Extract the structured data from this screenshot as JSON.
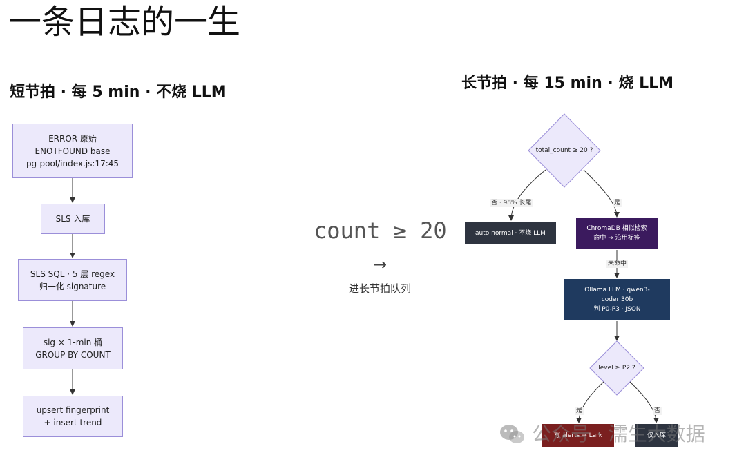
{
  "title": "一条日志的一生",
  "short_section": {
    "heading": "短节拍 · 每 5 min · 不烧 LLM",
    "steps": [
      [
        "ERROR 原始",
        "ENOTFOUND base",
        "pg-pool/index.js:17:45"
      ],
      [
        "SLS 入库"
      ],
      [
        "SLS SQL · 5 层 regex",
        "归一化 signature"
      ],
      [
        "sig × 1-min 桶",
        "GROUP BY COUNT"
      ],
      [
        "upsert fingerprint",
        "+ insert trend"
      ]
    ]
  },
  "middle": {
    "condition": "count ≥ 20",
    "arrow": "→",
    "caption": "进长节拍队列"
  },
  "long_section": {
    "heading": "长节拍 · 每 15 min · 烧 LLM",
    "decision_count": "total_count ≥ 20 ?",
    "edge_no_count": "否 · 98% 长尾",
    "edge_yes_count": "是",
    "auto_normal": "auto normal · 不烧 LLM",
    "chroma": [
      "ChromaDB 相似检索",
      "命中 → 沿用标签"
    ],
    "edge_miss": "未命中",
    "ollama": [
      "Ollama LLM · qwen3-",
      "coder:30b",
      "判 P0-P3 · JSON"
    ],
    "decision_level": "level ≥ P2 ?",
    "edge_yes_level": "是",
    "edge_no_level": "否",
    "alerts": "写 alerts → Lark",
    "store_only": "仅入库"
  },
  "watermark": {
    "text": "公众号 · 濡生大数据"
  },
  "colors": {
    "node_fill": "#ece9fb",
    "node_border": "#9b8fd9",
    "auto_normal": "#2e3440",
    "chroma": "#3b1a5e",
    "ollama": "#1f3a5f",
    "alerts": "#7a1f1f",
    "store_only": "#2e3440"
  }
}
